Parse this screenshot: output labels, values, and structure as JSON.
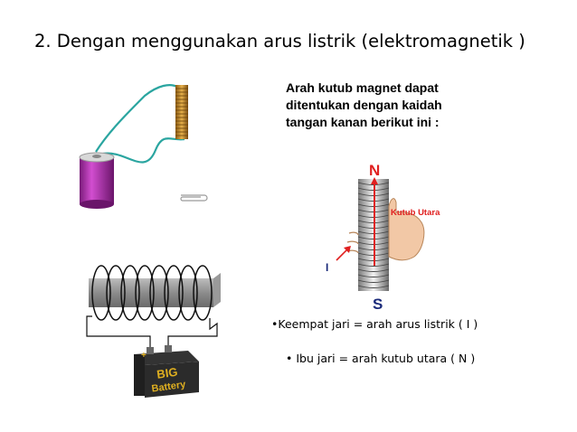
{
  "slide": {
    "title": "2. Dengan menggunakan arus listrik (elektromagnetik )",
    "description_lines": [
      "Arah kutub magnet dapat",
      "ditentukan dengan kaidah",
      "tangan kanan berikut ini :"
    ],
    "bullets": [
      "•Keempat jari = arah arus listrik ( I )",
      "•  Ibu jari = arah kutub utara ( N )"
    ]
  },
  "diagram": {
    "north_label": "N",
    "south_label": "S",
    "pole_label": "Kutub Utara",
    "current_label": "I",
    "battery_brand_line1": "BIG",
    "battery_brand_line2": "Battery",
    "battery_plus": "+",
    "colors": {
      "wire": "#2aa5a0",
      "cell": "#a62ca5",
      "copper": "#c48a28",
      "red": "#e02020",
      "navy": "#1a2a7a",
      "brand": "#c8322c"
    }
  }
}
